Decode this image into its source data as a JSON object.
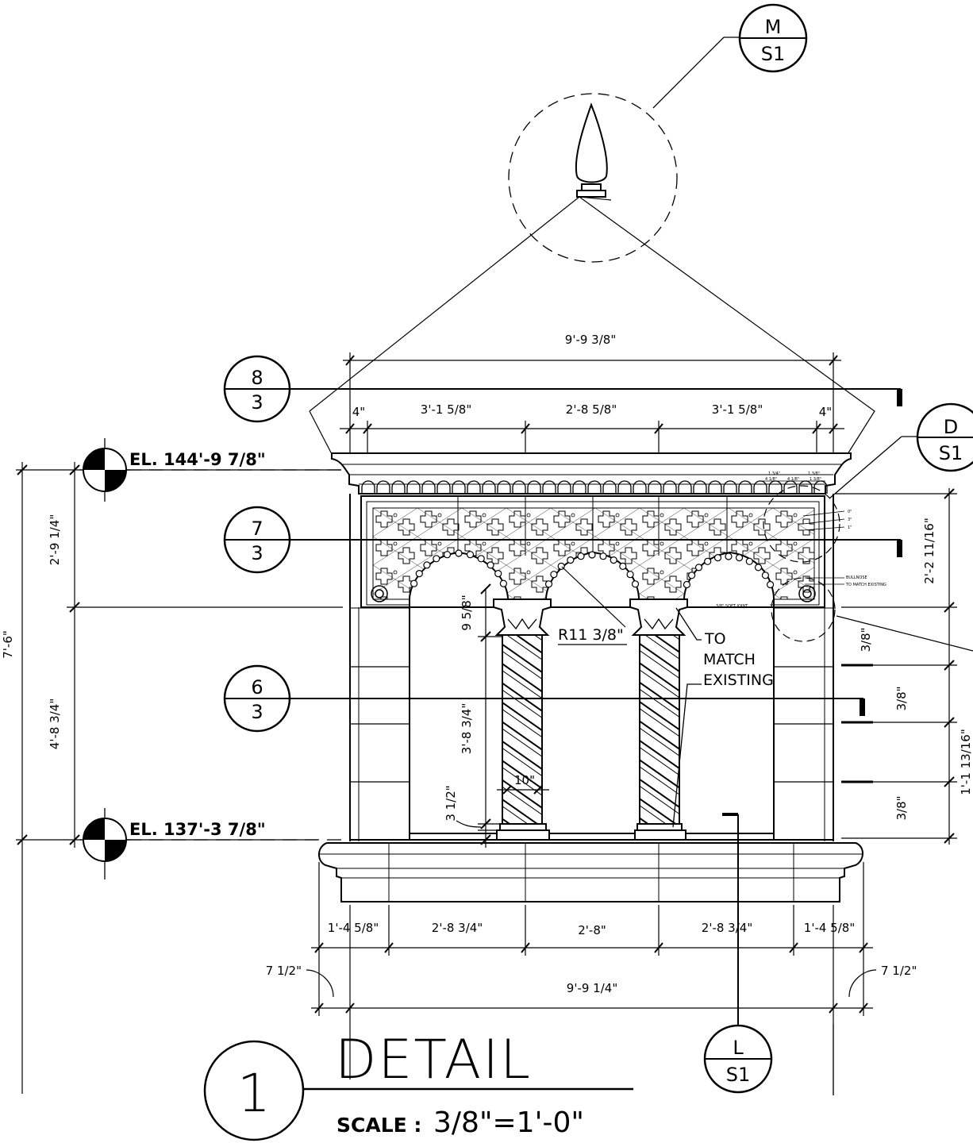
{
  "detail": {
    "number": "1",
    "title": "DETAIL",
    "scale_label": "SCALE :",
    "scale_value": "3/8\"=1'-0\""
  },
  "callouts": {
    "M": {
      "top": "M",
      "bottom": "S1"
    },
    "D": {
      "top": "D",
      "bottom": "S1"
    },
    "L": {
      "top": "L",
      "bottom": "S1"
    }
  },
  "section_tags": [
    {
      "top": "8",
      "bottom": "3"
    },
    {
      "top": "7",
      "bottom": "3"
    },
    {
      "top": "6",
      "bottom": "3"
    }
  ],
  "elevations": {
    "top": "EL. 144'-9 7/8\"",
    "bottom": "EL. 137'-3 7/8\""
  },
  "dims_top": {
    "overall": "9'-9 3/8\"",
    "left_end": "4\"",
    "bay1": "3'-1 5/8\"",
    "bay2": "2'-8 5/8\"",
    "bay3": "3'-1 5/8\"",
    "right_end": "4\""
  },
  "dims_left": {
    "overall": "7'-6\"",
    "upper": "2'-9 1/4\"",
    "lower": "4'-8 3/4\""
  },
  "dims_column": {
    "capital": "9 5/8\"",
    "shaft": "3'-8 3/4\"",
    "base": "3 1/2\"",
    "diameter": "10\"",
    "radius": "R11 3/8\""
  },
  "dims_right": {
    "frieze": "2'-2 11/16\"",
    "j1": "3/8\"",
    "j2": "3/8\"",
    "j3": "3/8\"",
    "partial": "1'-1 13/16\""
  },
  "dims_bottom": {
    "seg1": "1'-4 5/8\"",
    "seg2": "2'-8 3/4\"",
    "seg3": "2'-8\"",
    "seg4": "2'-8 3/4\"",
    "seg5": "1'-4 5/8\"",
    "overall": "9'-9 1/4\"",
    "offset_left": "7 1/2\"",
    "offset_right": "7 1/2\""
  },
  "notes": {
    "match_line1": "TO",
    "match_line2": "MATCH",
    "match_line3": "EXISTING",
    "bullnose": "BULLNOSE",
    "to_match_existing": "TO MATCH EXISTING",
    "soft_joint": "3/8\" SOFT JOINT",
    "tiny_1": "1 3/4\"",
    "tiny_2": "1 3/8\"",
    "tiny_3": "4 1/8\"",
    "tiny_4": "4 1/8\"",
    "tiny_5": "1 3/8\"",
    "tiny_6": "0\"",
    "tiny_7": "3\"",
    "tiny_8": "1\""
  }
}
